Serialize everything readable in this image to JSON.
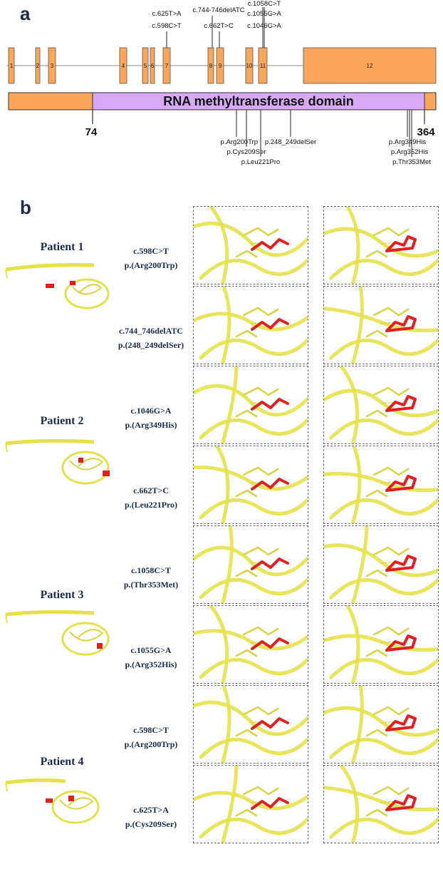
{
  "panel_a": {
    "letter": "a",
    "exons": [
      {
        "label": "1"
      },
      {
        "label": "2"
      },
      {
        "label": "3"
      },
      {
        "label": "4"
      },
      {
        "label": "5"
      },
      {
        "label": "6"
      },
      {
        "label": "7"
      },
      {
        "label": "8"
      },
      {
        "label": "9"
      },
      {
        "label": "10"
      },
      {
        "label": "11"
      },
      {
        "label": "12"
      }
    ],
    "dna_variants": [
      "c.625T>A",
      "c.598C>T",
      "c.744-746delATC",
      "c.662T>C",
      "c.1058C>T",
      "c.1055G>A",
      "c.1046G>A"
    ],
    "protein": {
      "domain_label": "RNA methyltransferase domain",
      "domain_start_label": "74",
      "domain_end_label": "364"
    },
    "protein_variants": [
      "p.Arg200Trp",
      "p.Cys209Ser",
      "p.Leu221Pro",
      "p.248_249delSer",
      "p.Arg349His",
      "p.Arg352His",
      "p.Thr353Met"
    ],
    "colors": {
      "exon": "#f9a65a",
      "domain": "#d8a9f5",
      "line": "#333333"
    }
  },
  "panel_b": {
    "letter": "b",
    "patients": [
      {
        "label": "Patient 1"
      },
      {
        "label": "Patient 2"
      },
      {
        "label": "Patient 3"
      },
      {
        "label": "Patient 4"
      }
    ],
    "mutations": [
      {
        "dna": "c.598C>T",
        "protein": "p.(Arg200Trp)"
      },
      {
        "dna": "c.744_746delATC",
        "protein": "p.(248_249delSer)"
      },
      {
        "dna": "c.1046G>A",
        "protein": "p.(Arg349His)"
      },
      {
        "dna": "c.662T>C",
        "protein": "p.(Leu221Pro)"
      },
      {
        "dna": "c.1058C>T",
        "protein": "p.(Thr353Met)"
      },
      {
        "dna": "c.1055G>A",
        "protein": "p.(Arg352His)"
      },
      {
        "dna": "c.598C>T",
        "protein": "p.(Arg200Trp)"
      },
      {
        "dna": "c.625T>A",
        "protein": "p.(Cys209Ser)"
      }
    ],
    "colors": {
      "ribbon": "#e4e24a",
      "highlight": "#e02020"
    }
  }
}
